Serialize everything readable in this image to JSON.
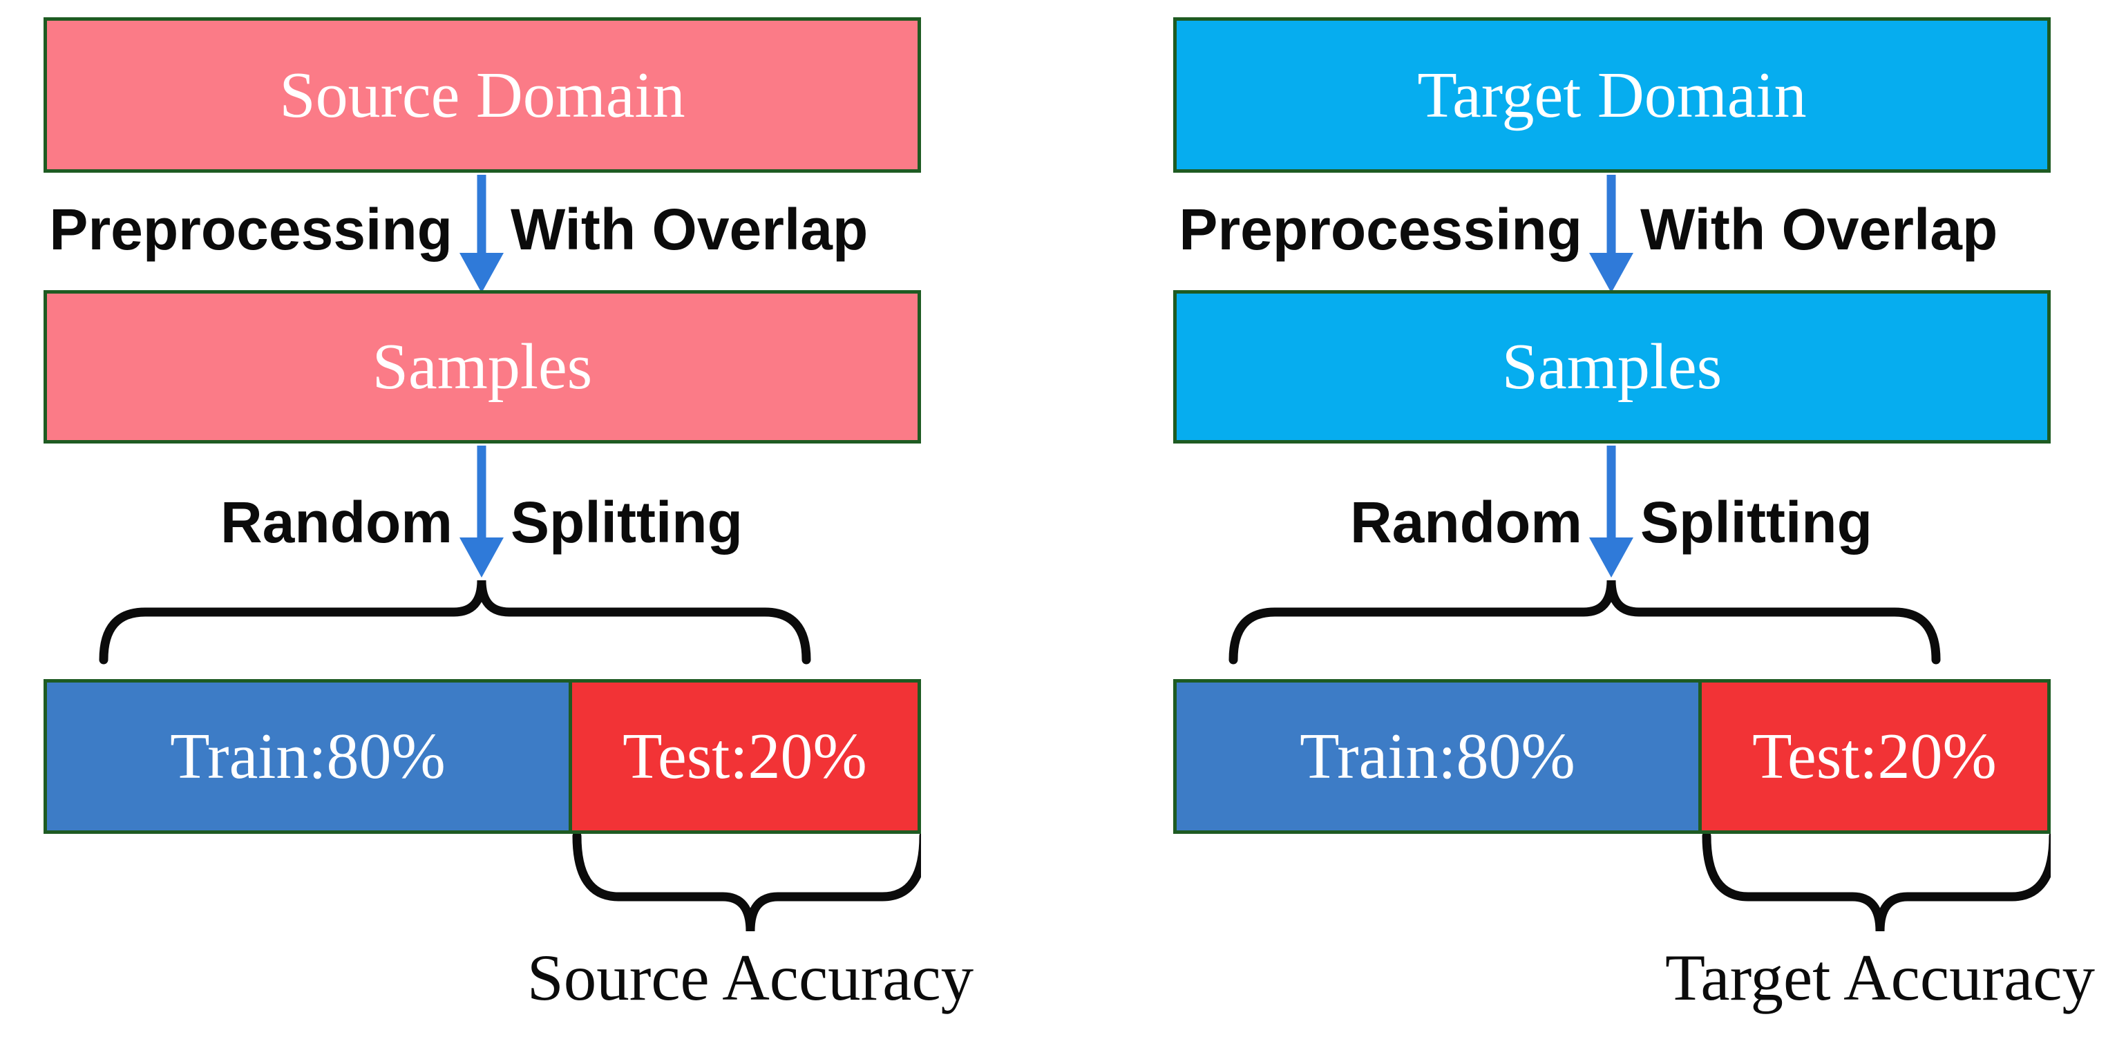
{
  "figure": {
    "colors": {
      "pink": "#FB7B87",
      "cyan": "#06ADEF",
      "train_blue": "#3D7CC6",
      "test_red": "#F23336",
      "border_green": "#1E5B22",
      "arrow_blue": "#2F7AD9",
      "ink": "#0B0B0B",
      "label_white": "#FFFFFF"
    },
    "columns": [
      {
        "domain_label": "Source Domain",
        "box_fill": "#FB7B87",
        "preprocess_label_left": "Preprocessing",
        "preprocess_label_right": "With Overlap",
        "samples_label": "Samples",
        "split_label_left": "Random",
        "split_label_right": "Splitting",
        "train_label": "Train:80%",
        "test_label": "Test:20%",
        "accuracy_label": "Source Accuracy"
      },
      {
        "domain_label": "Target Domain",
        "box_fill": "#06ADEF",
        "preprocess_label_left": "Preprocessing",
        "preprocess_label_right": "With Overlap",
        "samples_label": "Samples",
        "split_label_left": "Random",
        "split_label_right": "Splitting",
        "train_label": "Train:80%",
        "test_label": "Test:20%",
        "accuracy_label": "Target Accuracy"
      }
    ]
  }
}
